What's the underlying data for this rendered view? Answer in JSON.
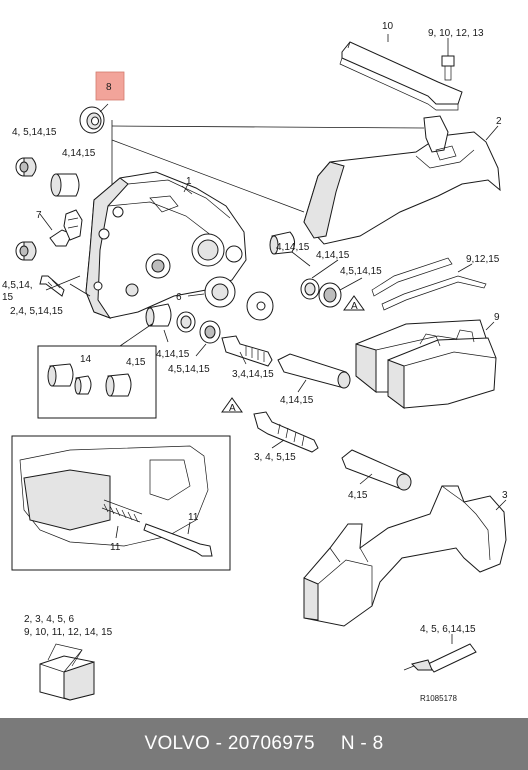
{
  "diagram": {
    "callouts": {
      "c10": "10",
      "c9_10_12_13": "9, 10, 12, 13",
      "c2": "2",
      "c8": "8",
      "c4_5_14_15_a": "4, 5,14,15",
      "c4_14_15_a": "4,14,15",
      "c1": "1",
      "c7": "7",
      "c4_5_14_b": "4,5,14,",
      "c15_b": "15",
      "c2_4_5_14_15": "2,4, 5,14,15",
      "c4_14_15_b": "4,14,15",
      "c4_14_15_c": "4,14,15",
      "c4_5_14_15_b": "4,5,14,15",
      "c9_12_15": "9,12,15",
      "cA_1": "A",
      "c6": "6",
      "c9": "9",
      "c14": "14",
      "c4_15_a": "4,15",
      "c4_14_15_d": "4,14,15",
      "c4_5_14_15_c": "4,5,14,15",
      "c3_4_14_15": "3,4,14,15",
      "c4_14_15_e": "4,14,15",
      "cA_2": "A",
      "c3_4_5_15": "3, 4, 5,15",
      "c4_15_b": "4,15",
      "c11_a": "11",
      "c11_b": "11",
      "c3": "3",
      "kit_line1": "2, 3, 4, 5, 6",
      "kit_line2": "9, 10, 11, 12, 14, 15",
      "grease_label": "4, 5, 6,14,15",
      "ref": "R1085178"
    },
    "highlight_color": "#f2a49a"
  },
  "footer": {
    "brand": "VOLVO",
    "dash": "-",
    "part_number": "20706975",
    "position": "N - 8"
  }
}
